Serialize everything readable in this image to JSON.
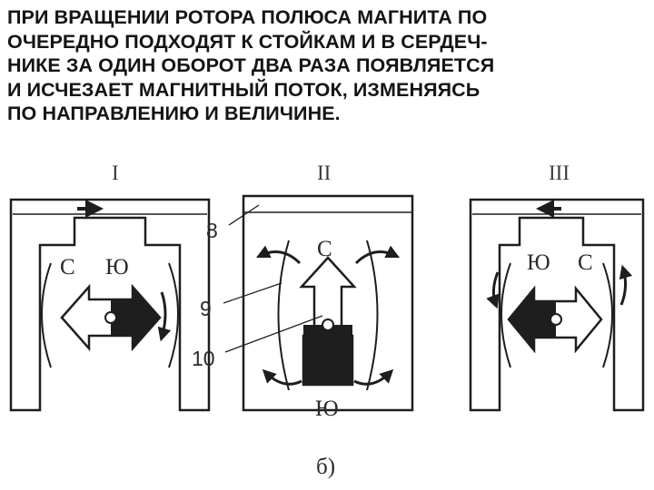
{
  "heading_lines": [
    "ПРИ ВРАЩЕНИИ РОТОРА ПОЛЮСА МАГНИТА ПО",
    "ОЧЕРЕДНО ПОДХОДЯТ К СТОЙКАМ И В СЕРДЕЧ-",
    "НИКЕ ЗА ОДИН ОБОРОТ ДВА РАЗА ПОЯВЛЯЕТСЯ",
    "И ИСЧЕЗАЕТ МАГНИТНЫЙ ПОТОК, ИЗМЕНЯЯСЬ",
    "ПО НАПРАВЛЕНИЮ И ВЕЛИЧИНЕ."
  ],
  "diagram": {
    "panels": [
      {
        "numeral": "I",
        "pole_left": "С",
        "pole_right": "Ю"
      },
      {
        "numeral": "II",
        "pole_top": "С",
        "pole_bottom": "Ю"
      },
      {
        "numeral": "III",
        "pole_left": "Ю",
        "pole_right": "С"
      }
    ],
    "callouts": [
      "8",
      "9",
      "10"
    ],
    "subfigure_label": "б)"
  },
  "colors": {
    "ink": "#1e1e1e",
    "paper": "#ffffff"
  }
}
